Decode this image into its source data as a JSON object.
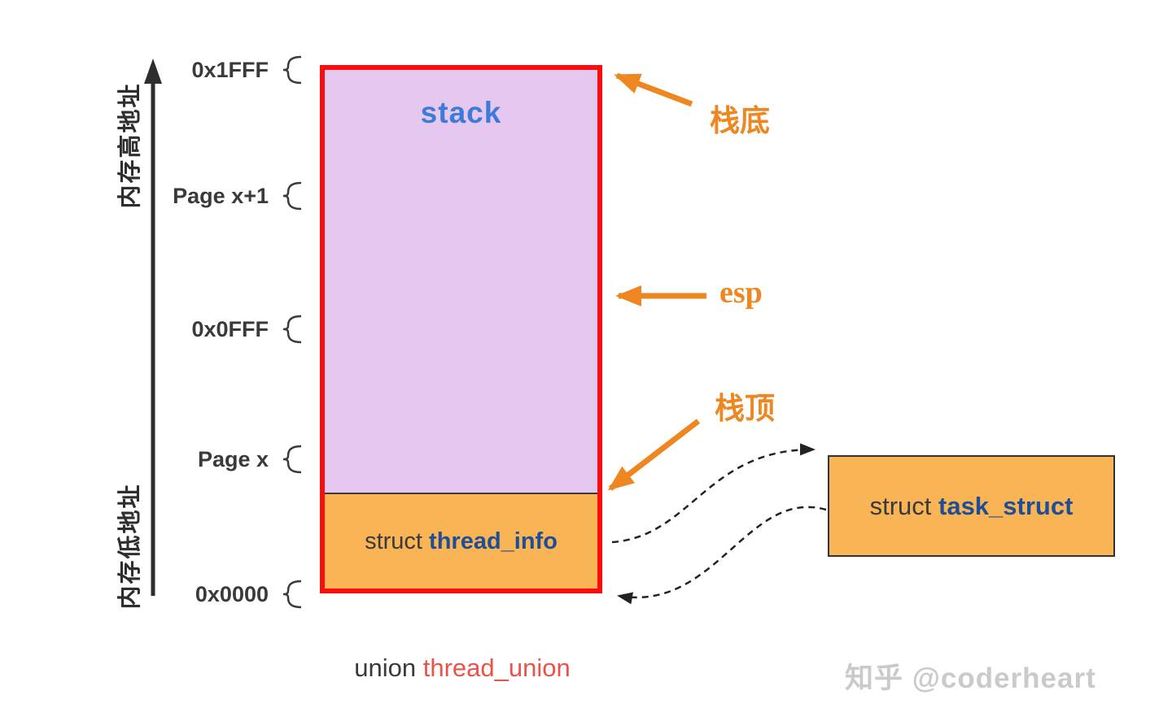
{
  "axis": {
    "high_label": "内存高地址",
    "low_label": "内存低地址",
    "ticks": [
      "0x1FFF",
      "Page x+1",
      "0x0FFF",
      "Page x",
      "0x0000"
    ]
  },
  "stack_box": {
    "stack_label": "stack",
    "struct_prefix": "struct",
    "thread_info_name": "thread_info"
  },
  "annotations": {
    "stack_bottom": "栈底",
    "esp": "esp",
    "stack_top": "栈顶"
  },
  "task_struct": {
    "struct_prefix": "struct",
    "name": "task_struct"
  },
  "caption": {
    "union_prefix": "union",
    "name": "thread_union"
  },
  "watermark": "知乎 @coderheart",
  "colors": {
    "box_border": "#F90D0D",
    "stack_fill": "#E5C7F0",
    "info_fill": "#F8B455",
    "arrow_orange": "#EE8722",
    "stack_text": "#3C7BD9",
    "struct_name_text": "#1F4E96",
    "body_text": "#3A3A3A",
    "union_name_text": "#E8544A",
    "watermark_text": "#C9CACB"
  }
}
